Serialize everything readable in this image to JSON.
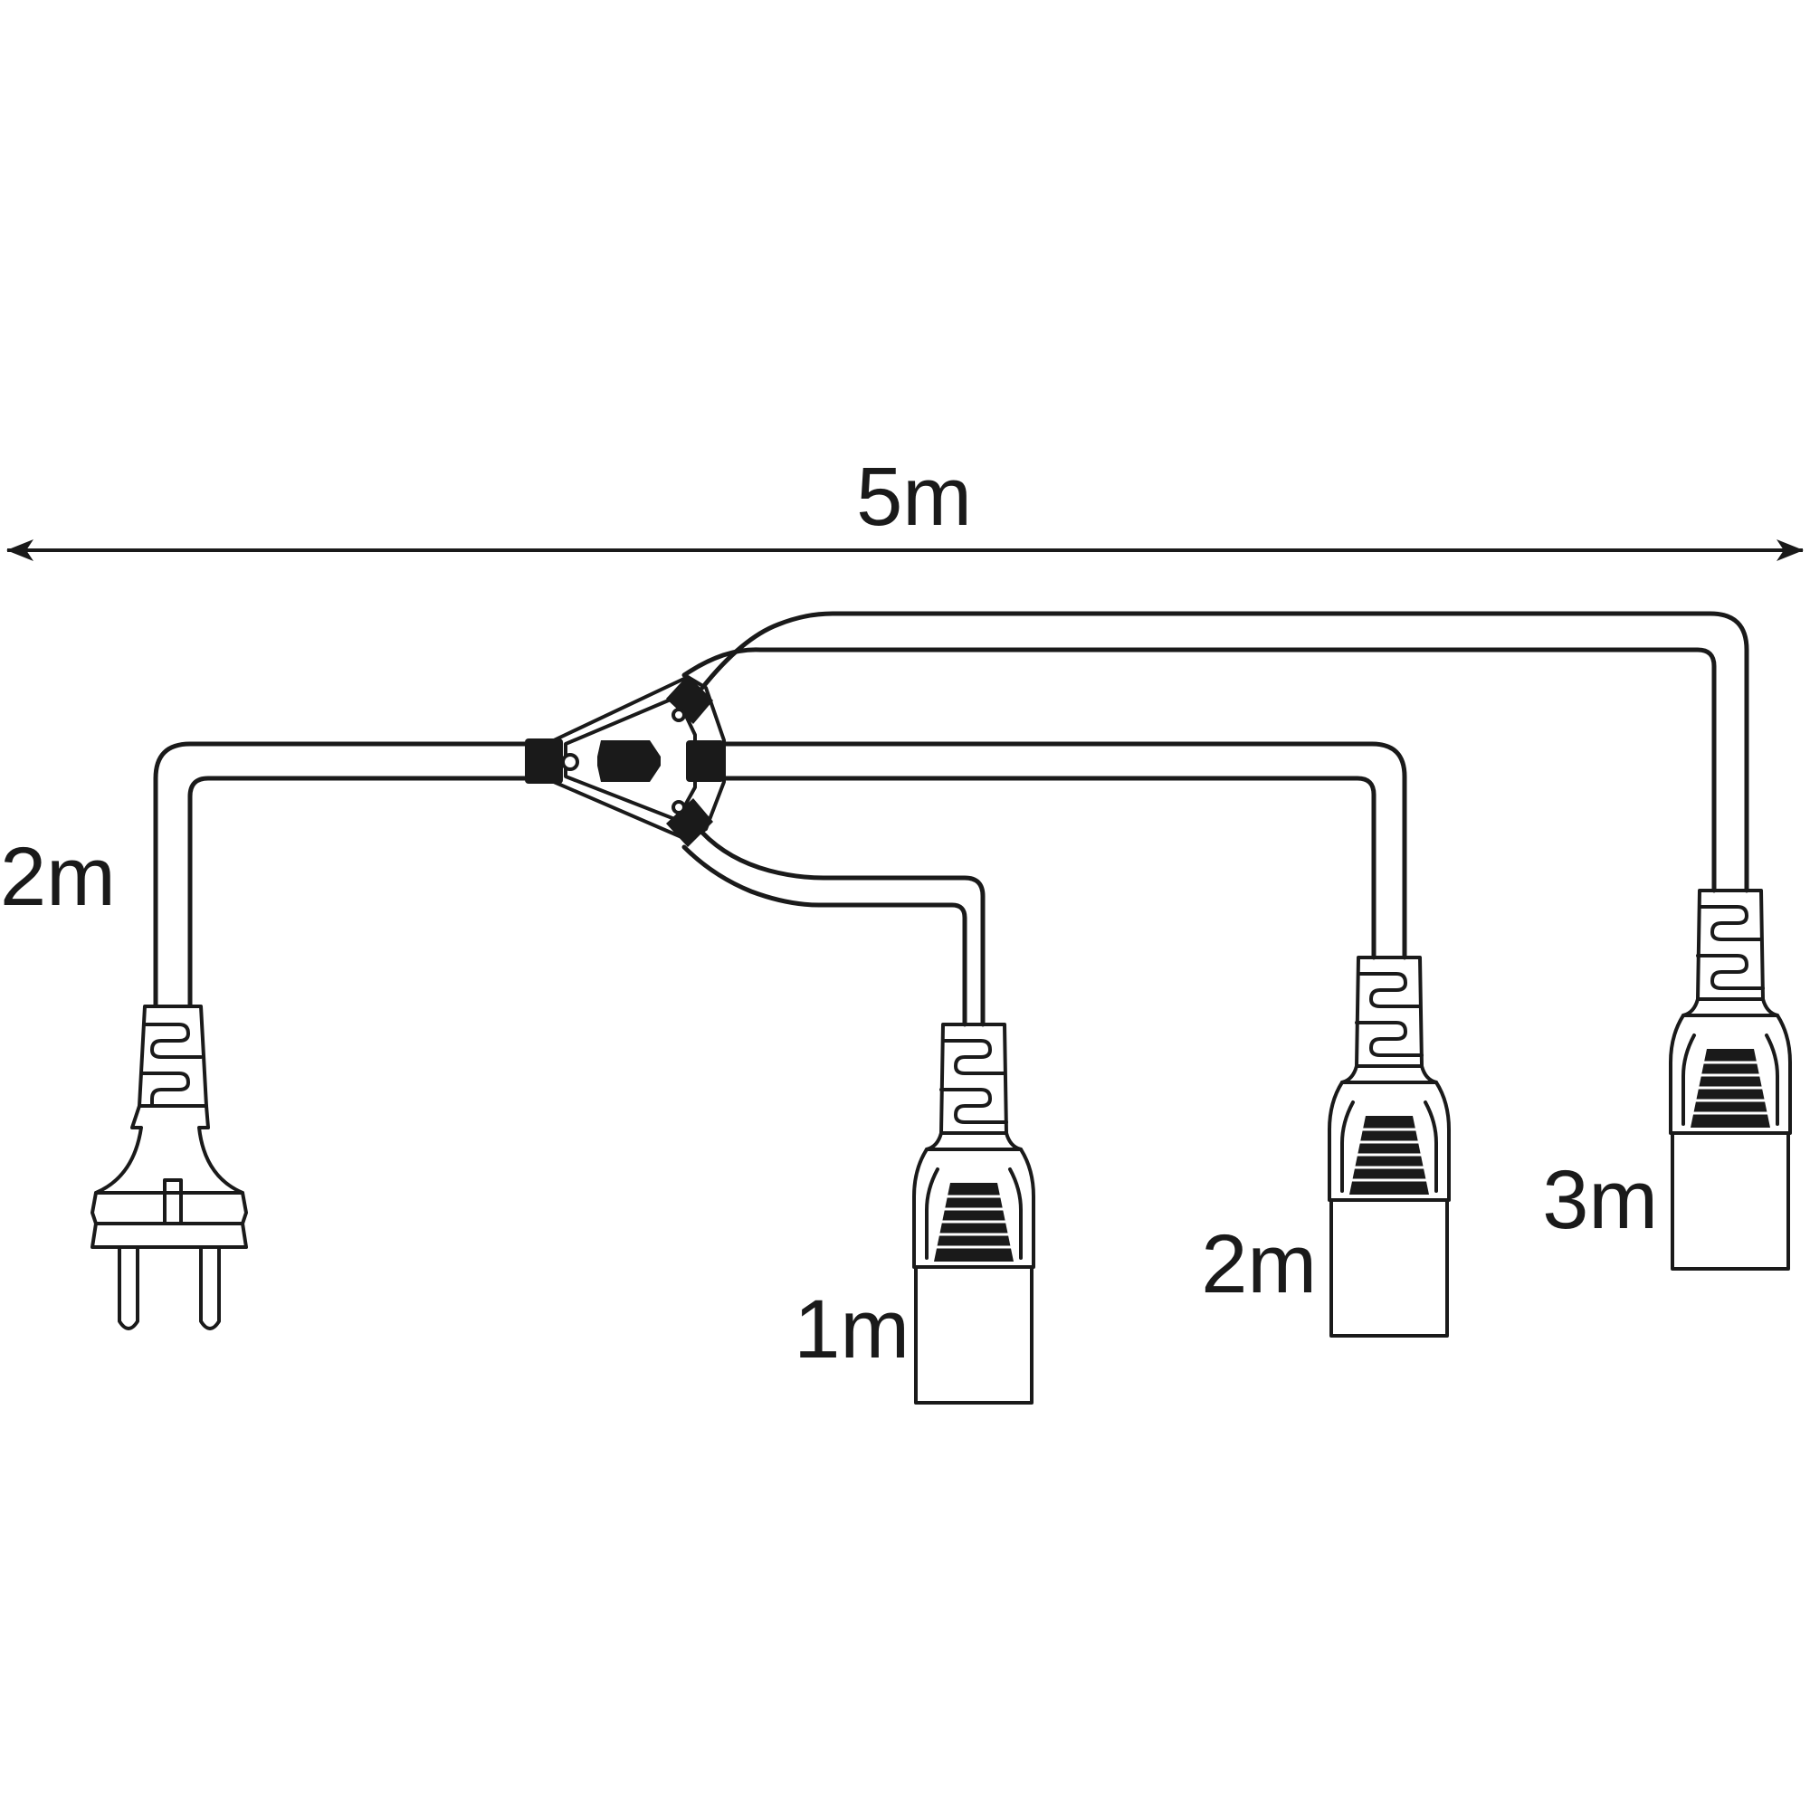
{
  "colors": {
    "ink": "#1a1a1a",
    "background": "#ffffff"
  },
  "dimension": {
    "total_label": "5m"
  },
  "input_cable": {
    "length_label": "2m",
    "plug_icon": "schuko-plug-icon"
  },
  "outputs": [
    {
      "length_label": "1m",
      "connector_icon": "c13-connector-icon"
    },
    {
      "length_label": "2m",
      "connector_icon": "c13-connector-icon"
    },
    {
      "length_label": "3m",
      "connector_icon": "c13-connector-icon"
    }
  ],
  "splitter_icon": "y-splitter-icon"
}
